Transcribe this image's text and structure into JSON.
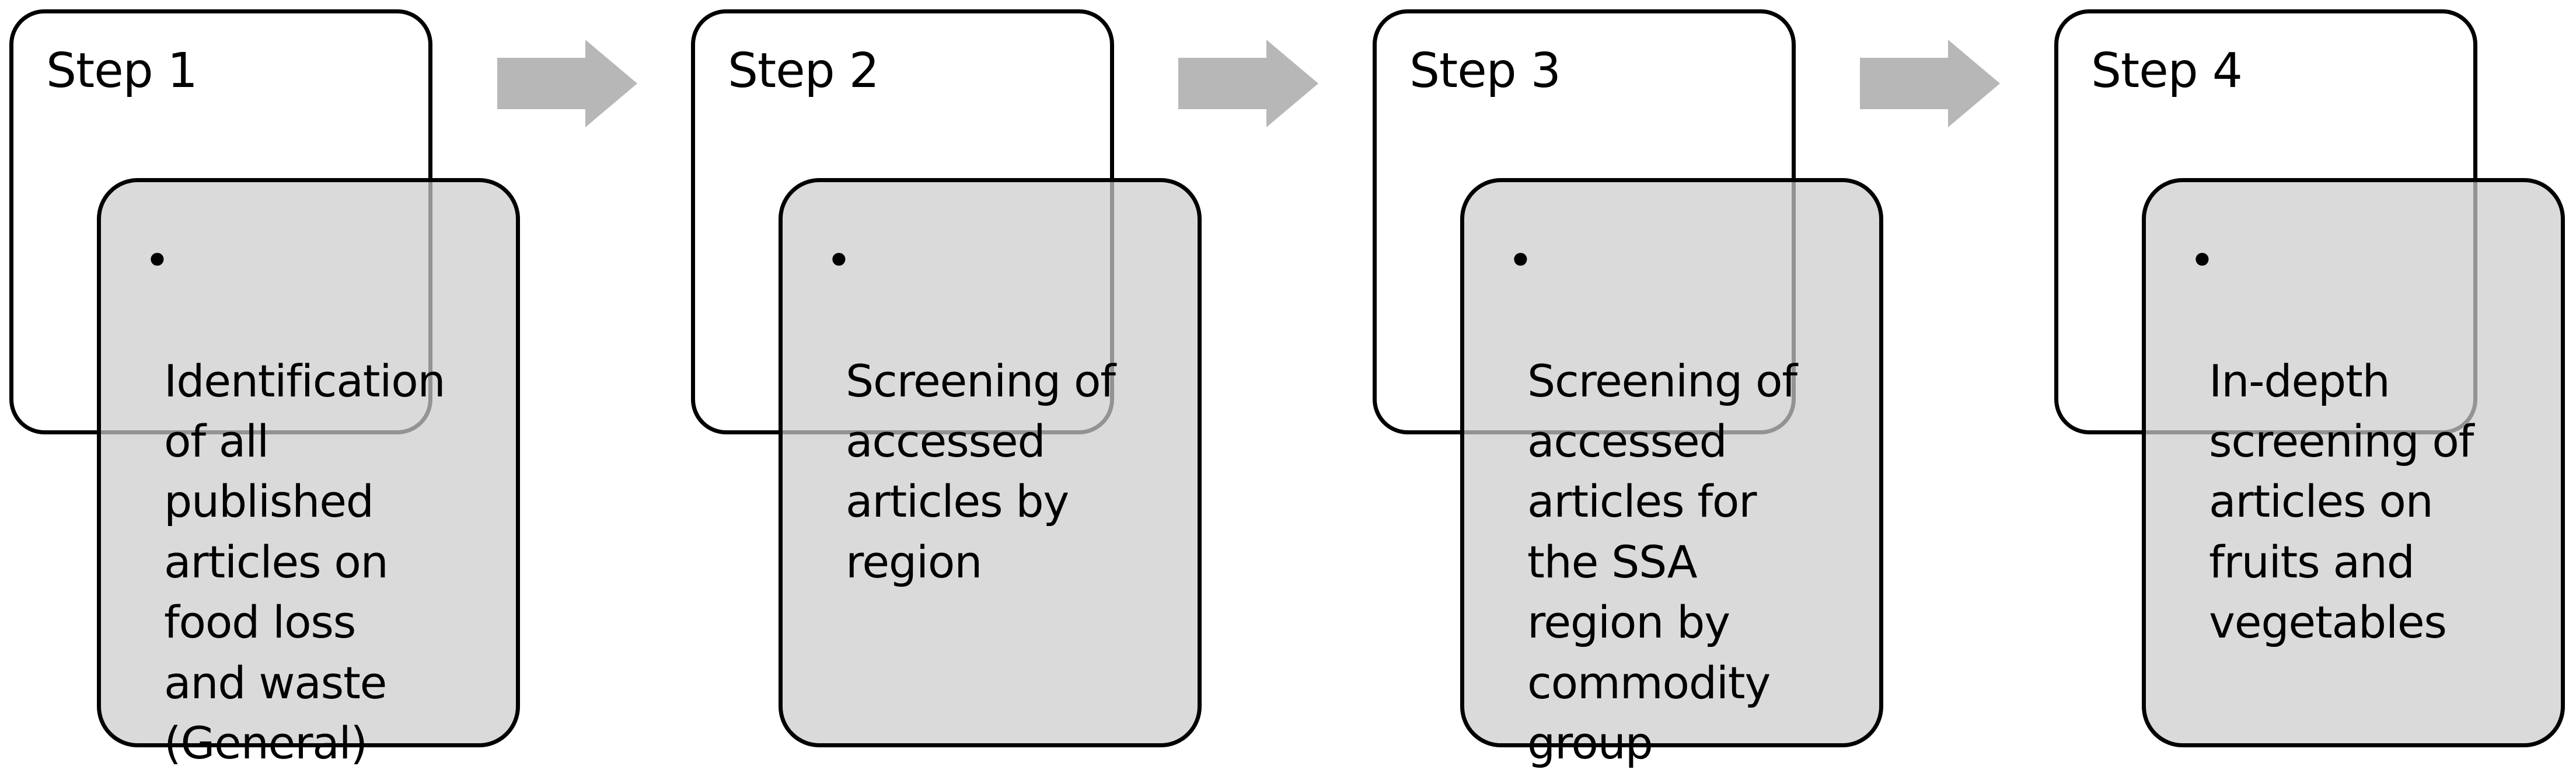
{
  "diagram": {
    "steps": [
      {
        "title": "Step 1",
        "bullet": "Identification\nof all\npublished\narticles on\nfood loss\nand waste\n(General)"
      },
      {
        "title": "Step 2",
        "bullet": "Screening of\naccessed\narticles by\nregion"
      },
      {
        "title": "Step 3",
        "bullet": "Screening of\naccessed\narticles for\nthe SSA\nregion by\ncommodity\ngroup"
      },
      {
        "title": "Step 4",
        "bullet": "In-depth\nscreening of\narticles on\nfruits and\nvegetables"
      }
    ],
    "bullet_symbol": "•",
    "colors": {
      "outline": "#000000",
      "header_fill": "#ffffff",
      "detail_fill": "#d0d0d0",
      "arrow_fill": "#b7b7b7"
    },
    "arrow_count": 3
  }
}
